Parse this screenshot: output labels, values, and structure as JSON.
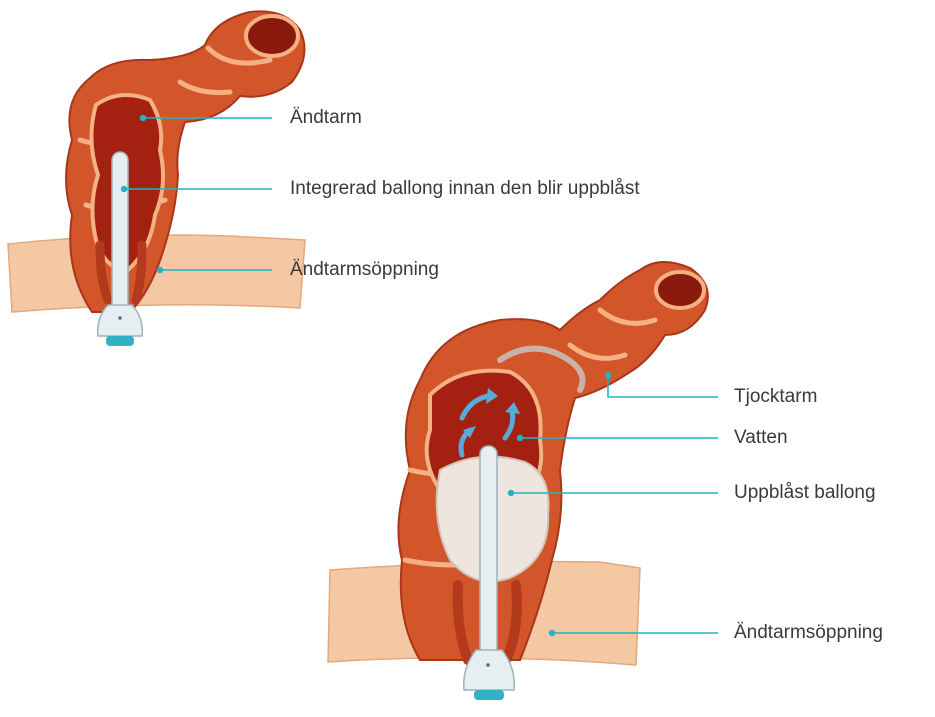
{
  "colors": {
    "leader_line": "#1fb4c8",
    "tissue": "#f3c8a2",
    "colon_outer": "#d2562a",
    "colon_inner": "#a42112",
    "wall_highlight": "#f4b184",
    "device": "#e7eef1",
    "device_tip": "#2fb2c4",
    "balloon": "#eee6de",
    "water_arrow": "#5aa9d8",
    "label_text": "#3a3a3a"
  },
  "illustration_1": {
    "labels": {
      "rectum": "Ändtarm",
      "balloon": "Integrerad ballong innan den blir uppblåst",
      "anus": "Ändtarmsöppning"
    }
  },
  "illustration_2": {
    "labels": {
      "colon": "Tjocktarm",
      "water": "Vatten",
      "balloon": "Uppblåst ballong",
      "anus": "Ändtarmsöppning"
    }
  }
}
